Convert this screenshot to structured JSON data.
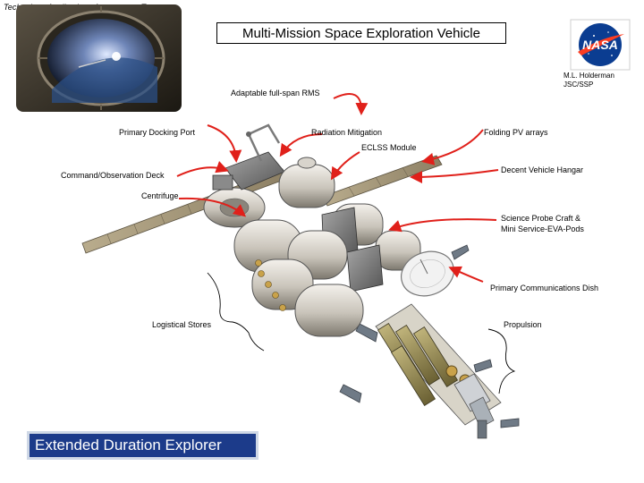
{
  "header": {
    "team": "Technology Applications Assessment Team",
    "title": "Multi-Mission Space Exploration Vehicle",
    "author_name": "M.L. Holderman",
    "author_org": "JSC/SSP"
  },
  "labels": {
    "rms": "Adaptable full-span RMS",
    "docking_port": "Primary Docking Port",
    "radiation": "Radiation Mitigation",
    "pv_arrays": "Folding PV arrays",
    "eclss": "ECLSS Module",
    "command_deck": "Command/Observation Deck",
    "hangar": "Decent Vehicle Hangar",
    "centrifuge": "Centrifuge",
    "probe_line1": "Science Probe Craft &",
    "probe_line2": "Mini Service-EVA-Pods",
    "comm_dish": "Primary Communications Dish",
    "logistical": "Logistical Stores",
    "propulsion": "Propulsion"
  },
  "logo": {
    "text": "NASA"
  },
  "footer": {
    "caption": "Extended Duration Explorer"
  },
  "colors": {
    "arrow_red": "#e0201a",
    "footer_bg": "#1c3b8a",
    "logo_blue": "#0b3d91"
  }
}
